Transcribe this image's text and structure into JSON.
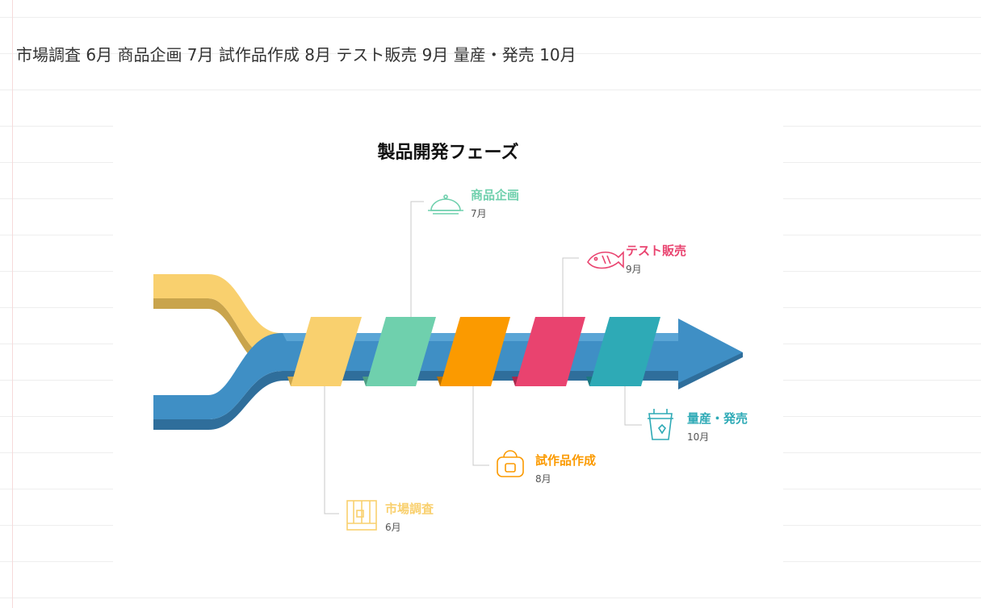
{
  "header_text": "市場調査 6月 商品企画 7月 試作品作成 8月 テスト販売 9月 量産・発売 10月",
  "title": "製品開発フェーズ",
  "phases": [
    {
      "name": "市場調査",
      "month": "6月",
      "color": "#f9d06e",
      "icon": "warehouse-icon"
    },
    {
      "name": "商品企画",
      "month": "7月",
      "color": "#6fd0ad",
      "icon": "dish-icon"
    },
    {
      "name": "試作品作成",
      "month": "8月",
      "color": "#fb9a00",
      "icon": "bag-icon"
    },
    {
      "name": "テスト販売",
      "month": "9月",
      "color": "#e9436f",
      "icon": "fish-icon"
    },
    {
      "name": "量産・発売",
      "month": "10月",
      "color": "#2eaab6",
      "icon": "drink-icon"
    }
  ],
  "colors": {
    "arrow_blue": "#3f8fc5",
    "arrow_blue_dark": "#2f6e9b",
    "yellow_band": "#f9d06e",
    "yellow_band_dark": "#c9a44c"
  }
}
